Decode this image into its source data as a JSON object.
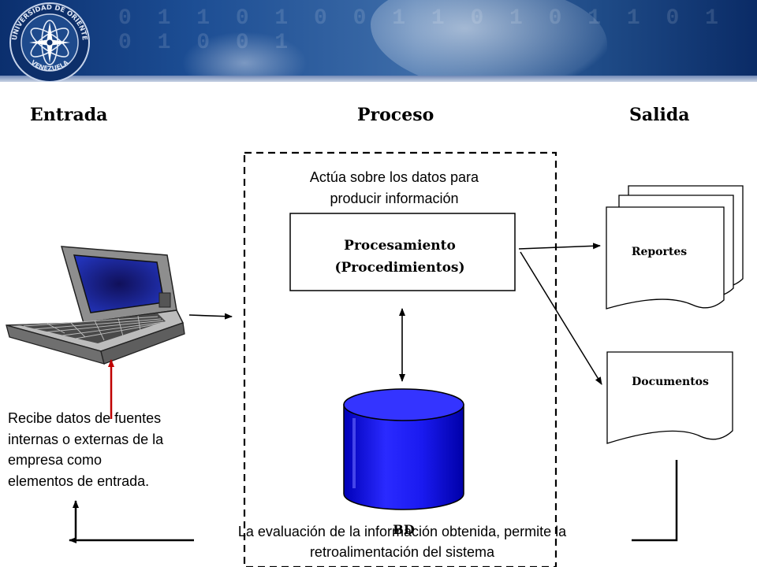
{
  "header": {
    "binary_text": "0 1 1 0 1 0 0 1 1 0 1 0 1 1 0 1 0 1 0 0 1",
    "logo": {
      "text_top": "UNIVERSIDAD DE ORIENTE",
      "text_bottom": "VENEZUELA"
    }
  },
  "columns": {
    "entrada": "Entrada",
    "proceso": "Proceso",
    "salida": "Salida"
  },
  "proceso": {
    "caption_line1": "Actúa sobre los datos para",
    "caption_line2": "producir información",
    "box_line1": "Procesamiento",
    "box_line2": "(Procedimientos)",
    "database_label": "BD"
  },
  "salida": {
    "reportes": "Reportes",
    "documentos": "Documentos"
  },
  "entrada": {
    "desc_line1": "Recibe datos de fuentes",
    "desc_line2": "internas o externas de la",
    "desc_line3": "empresa como",
    "desc_line4": "elementos de entrada."
  },
  "feedback": {
    "line1": "La evaluación de la información obtenida, permite la",
    "line2": "retroalimentación del sistema"
  },
  "colors": {
    "header_dark": "#0b2f6e",
    "database_blue": "#1a1aff",
    "screen_blue": "#1a2a9a",
    "red_arrow": "#c00000"
  }
}
